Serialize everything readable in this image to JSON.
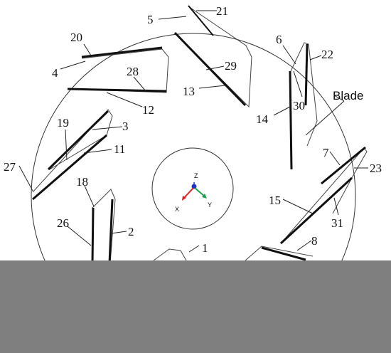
{
  "labels": {
    "n1": "1",
    "n2": "2",
    "n3": "3",
    "n4": "4",
    "n5": "5",
    "n6": "6",
    "n7": "7",
    "n8": "8",
    "n11": "11",
    "n12": "12",
    "n13": "13",
    "n14": "14",
    "n15": "15",
    "n18": "18",
    "n19": "19",
    "n20": "20",
    "n21": "21",
    "n22": "22",
    "n23": "23",
    "n26": "26",
    "n27": "27",
    "n28": "28",
    "n29": "29",
    "n30": "30",
    "n31": "31",
    "blade": "Blade"
  },
  "axes": {
    "z": "Z",
    "x": "X",
    "y": "Y"
  },
  "colors": {
    "line": "#111111",
    "thin": "#444444",
    "axis_x": "#e02020",
    "axis_y": "#1aa34a",
    "axis_z": "#2233cc",
    "mask": "#7f7f7f"
  }
}
